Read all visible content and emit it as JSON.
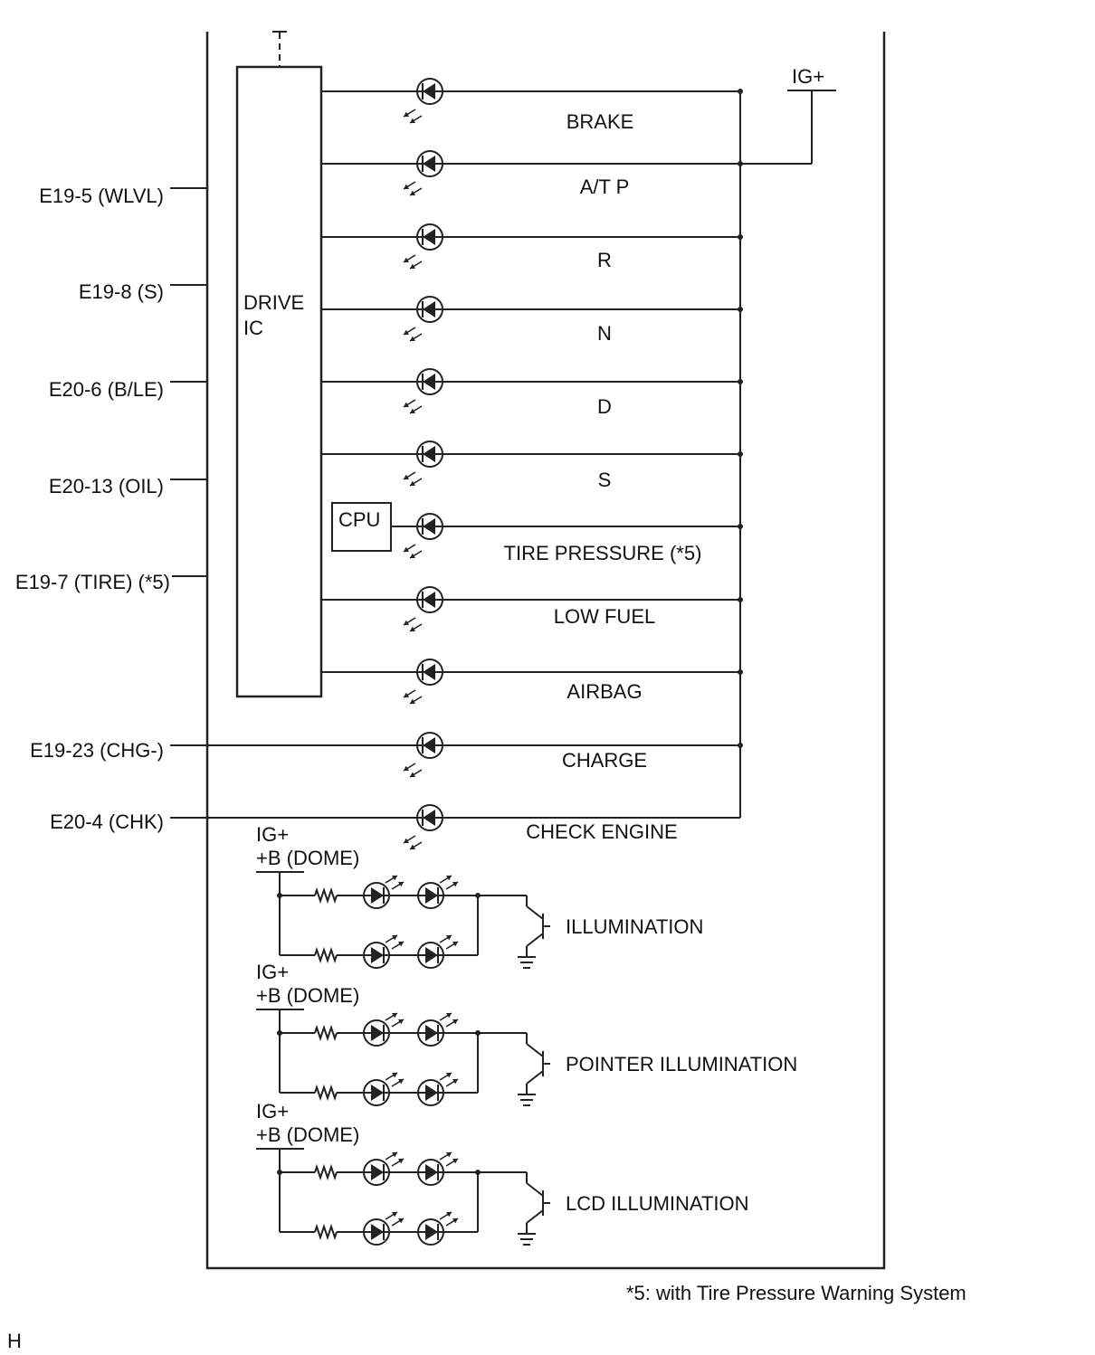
{
  "drive_ic_label": [
    "DRIVE",
    "IC"
  ],
  "cpu_label": "CPU",
  "ig_plus_top": "IG+",
  "inputs": [
    {
      "label": "E19-5 (WLVL)"
    },
    {
      "label": "E19-8 (S)"
    },
    {
      "label": "E20-6 (B/LE)"
    },
    {
      "label": "E20-13 (OIL)"
    },
    {
      "label": "E19-7 (TIRE) (*5)"
    },
    {
      "label": "E19-23 (CHG-)"
    },
    {
      "label": "E20-4 (CHK)"
    }
  ],
  "indicators": [
    {
      "label": "BRAKE"
    },
    {
      "label": "A/T P"
    },
    {
      "label": "R"
    },
    {
      "label": "N"
    },
    {
      "label": "D"
    },
    {
      "label": "S"
    },
    {
      "label": "TIRE PRESSURE (*5)"
    },
    {
      "label": "LOW FUEL"
    },
    {
      "label": "AIRBAG"
    },
    {
      "label": "CHARGE"
    },
    {
      "label": "CHECK ENGINE"
    }
  ],
  "illumination_groups": [
    {
      "supply_top": "IG+",
      "supply_bottom": "+B (DOME)",
      "label": "ILLUMINATION"
    },
    {
      "supply_top": "IG+",
      "supply_bottom": "+B (DOME)",
      "label": "POINTER ILLUMINATION"
    },
    {
      "supply_top": "IG+",
      "supply_bottom": "+B (DOME)",
      "label": "LCD ILLUMINATION"
    }
  ],
  "footnote": "*5: with Tire Pressure Warning System",
  "corner_mark": "H"
}
